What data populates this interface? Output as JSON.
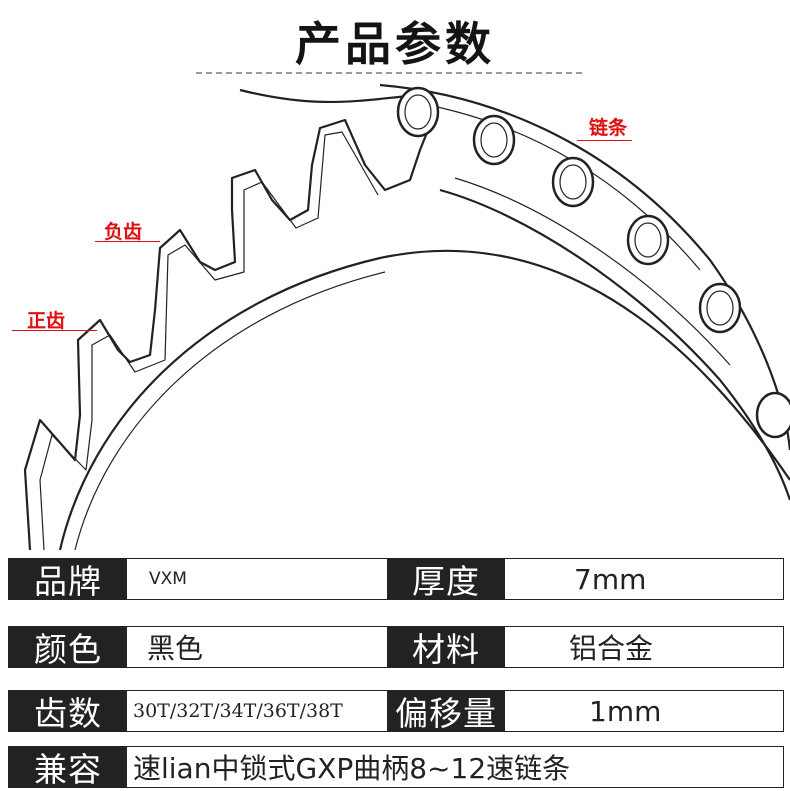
{
  "title": "产品参数",
  "callouts": {
    "chain": "链条",
    "negative_tooth": "负齿",
    "positive_tooth": "正齿"
  },
  "specs": [
    {
      "label_a": "品牌",
      "value_a": "VXM",
      "label_b": "厚度",
      "value_b": "7mm"
    },
    {
      "label_a": "颜色",
      "value_a": "黑色",
      "label_b": "材料",
      "value_b": "铝合金"
    },
    {
      "label_a": "齿数",
      "value_a": "30T/32T/34T/36T/38T",
      "label_b": "偏移量",
      "value_b": "1mm"
    }
  ],
  "compat": {
    "label": "兼容",
    "value": "速lian中锁式GXP曲柄8~12速链条"
  },
  "colors": {
    "label_bg": "#222222",
    "callout": "#e01010"
  }
}
